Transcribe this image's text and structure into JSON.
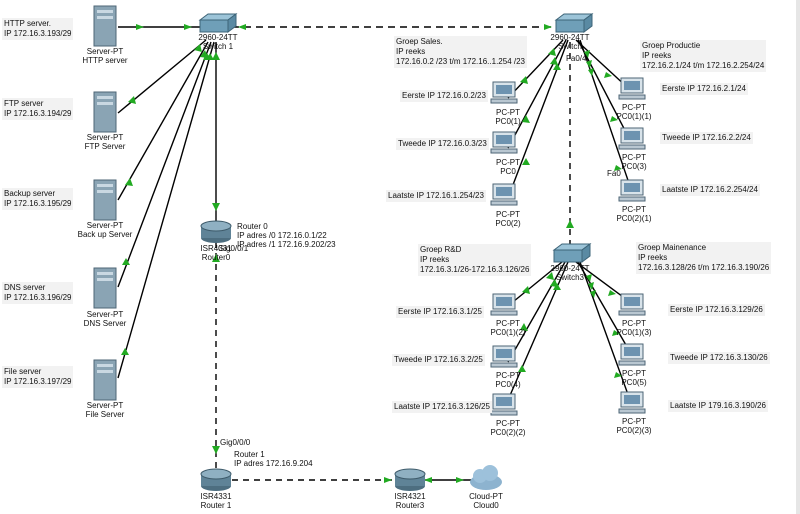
{
  "colors": {
    "link": "#000000",
    "port_up": "#22aa22",
    "switch": "#6f9fb8",
    "router": "#5f8397",
    "server": "#8aa4b4",
    "cloud": "#8db3cf",
    "frame": "#f2f2f2"
  },
  "notes": {
    "http": "HTTP server.\nIP 172.16.3.193/29",
    "ftp": "FTP server\nIP 172.16.3.194/29",
    "backup": "Backup server\nIP 172.16.3.195/29",
    "dns": "DNS server\nIP 172.16.3.196/29",
    "file": "File server\nIP 172.16.3.197/29",
    "router0": "Router 0\nIP adres /0 172.16.0.1/22\nIP adres /1 172.16.9.202/23",
    "router1": "Router 1\nIP adres 172.16.9.204",
    "sales": "Groep Sales.\nIP reeks\n172.16.0.2 /23 t/m 172.16..1.254 /23",
    "productie": "Groep Productie\nIP reeks\n172.16.2.1/24 t/m 172.16.2.254/24",
    "rnd": "Groep R&D\nIP reeks\n172.16.3.1/26-172.16.3.126/26",
    "maintenance": "Groep Mainenance\nIP reeks\n172.16.3.128/26 t/m 172.16.3.190/26",
    "eerste_sales": "Eerste IP 172.16.0.2/23",
    "tweede_sales": "Tweede IP 172.16.0.3/23",
    "laatste_sales": "Laatste IP 172.16.1.254/23",
    "eerste_prod": "Eerste IP 172.16.2.1/24",
    "tweede_prod": "Tweede IP 172.16.2.2/24",
    "laatste_prod": "Laatste IP 172.16.2.254/24",
    "eerste_rnd": "Eerste IP 172.16.3.1/25",
    "tweede_rnd": "Tweede IP 172.16.3.2/25",
    "laatste_rnd": "Laatste IP 172.16.3.126/25",
    "eerste_maint": "Eerste IP 172.16.3.129/26",
    "tweede_maint": "Tweede IP 172.16.3.130/26",
    "laatste_maint": "Laatste IP 179.16.3.190/26"
  },
  "devices": {
    "server_http": "Server-PT\nHTTP server",
    "server_ftp": "Server-PT\nFTP Server",
    "server_backup": "Server-PT\nBack up Server",
    "server_dns": "Server-PT\nDNS Server",
    "server_file": "Server-PT\nFile Server",
    "switch1": "2960-24TT\nSwitch 1",
    "switch_sales": "2960-24TT\nSwitch",
    "switch_rnd": "2960-24TT\nSwitch3",
    "router0": "ISR4331\nRouter0",
    "router1": "ISR4331\nRouter 1",
    "router3": "ISR4321\nRouter3",
    "cloud0": "Cloud-PT\nCloud0",
    "pc_sales1": "PC-PT\nPC0(1)",
    "pc_sales2": "PC-PT\nPC0",
    "pc_sales3": "PC-PT\nPC0(2)",
    "pc_prod1": "PC-PT\nPC0(1)(1)",
    "pc_prod2": "PC-PT\nPC0(3)",
    "pc_prod3": "PC-PT\nPC0(2)(1)",
    "pc_rnd1": "PC-PT\nPC0(1)(2)",
    "pc_rnd2": "PC-PT\nPC0(4)",
    "pc_rnd3": "PC-PT\nPC0(2)(2)",
    "pc_maint1": "PC-PT\nPC0(1)(3)",
    "pc_maint2": "PC-PT\nPC0(5)",
    "pc_maint3": "PC-PT\nPC0(2)(3)"
  },
  "ports": {
    "gig001": "Gig0/0/1",
    "gig000": "Gig0/0/0",
    "fa04": "Fa0/4",
    "fa0": "Fa0"
  }
}
